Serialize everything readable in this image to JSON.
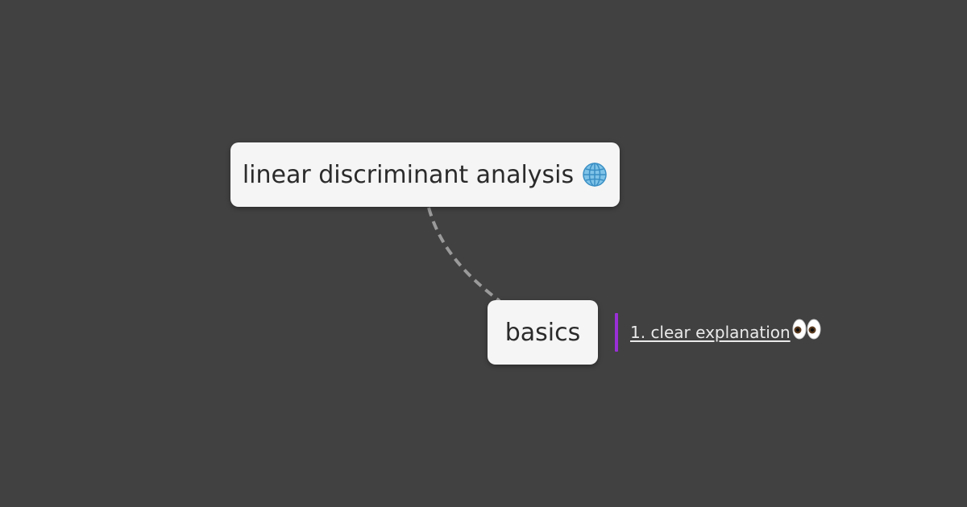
{
  "mindmap": {
    "root": {
      "label": "linear discriminant analysis",
      "icon": "globe-icon"
    },
    "child": {
      "label": "basics"
    },
    "note": {
      "link_text": "1. clear explanation ",
      "icon": "eyes-icon",
      "accent_color": "#9b2fd6"
    }
  },
  "colors": {
    "background": "#414141",
    "node_fill": "#f5f5f5",
    "node_text": "#2b2b2b",
    "connector": "#9a9a9a",
    "note_text": "#eaeaea"
  }
}
